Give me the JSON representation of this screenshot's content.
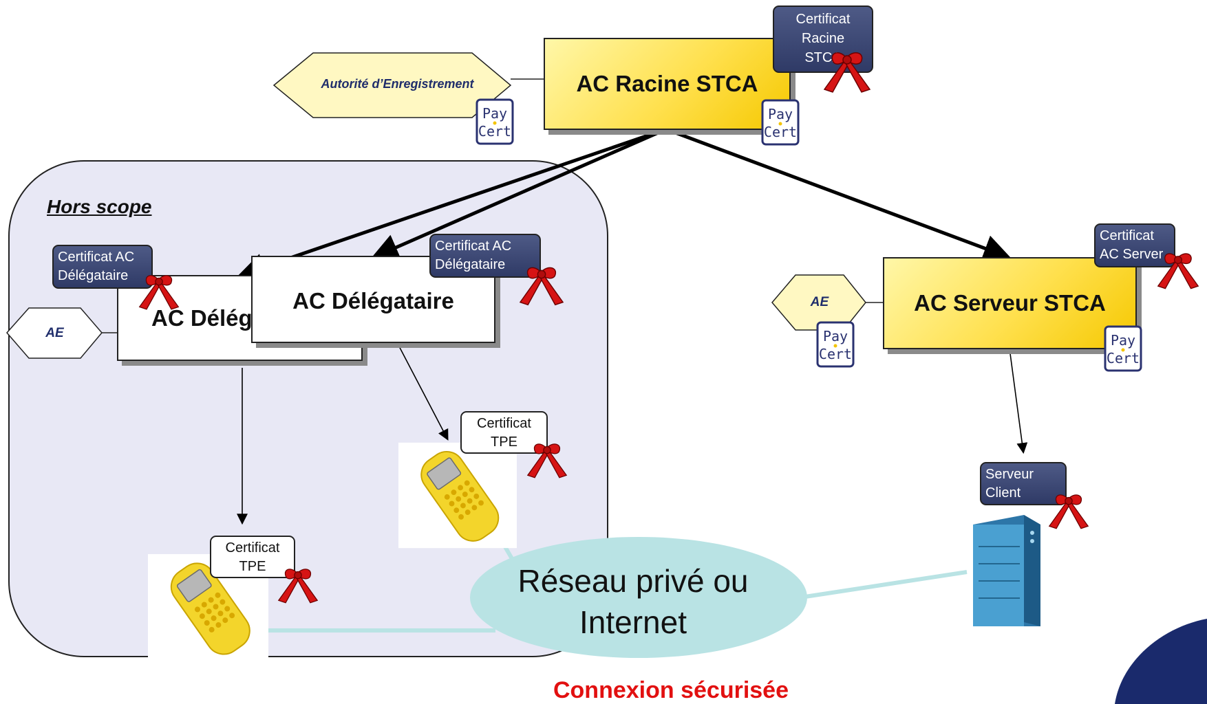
{
  "nodes": {
    "ac_racine": "AC Racine STCA",
    "ac_delegataire_back": "AC Délég",
    "ac_delegataire_front": "AC Délégataire",
    "ac_serveur": "AC Serveur STCA"
  },
  "badges": {
    "cert_racine": "Certificat\nRacine\nSTCA",
    "cert_delegataire_left": "Certificat AC\nDélégataire",
    "cert_delegataire_right": "Certificat AC\nDélégataire",
    "cert_serveur": "Certificat\nAC Server",
    "cert_tpe_left": "Certificat\nTPE",
    "cert_tpe_right": "Certificat\nTPE",
    "serveur_client": "Serveur\nClient"
  },
  "registration": {
    "autorite": "Autorité d’Enregistrement",
    "ae_left": "AE",
    "ae_right": "AE"
  },
  "paycert": {
    "line1": "Pay",
    "line2": "Cert"
  },
  "scope_title": "Hors scope",
  "network_label": "Réseau privé ou Internet",
  "connection_label": "Connexion sécurisée",
  "colors": {
    "node_yellow": "#ffe04d",
    "badge_dark": "#2f3a66",
    "scope_bg": "#e8e8f5",
    "network_bubble": "#b9e3e4",
    "ribbon_red": "#d61414",
    "connection_red": "#e21010",
    "terminal_yellow": "#f3d52b",
    "server_blue": "#3a87b8"
  },
  "icons": [
    "paycert-logo-icon",
    "ribbon-seal-icon",
    "payment-terminal-icon",
    "server-tower-icon"
  ]
}
